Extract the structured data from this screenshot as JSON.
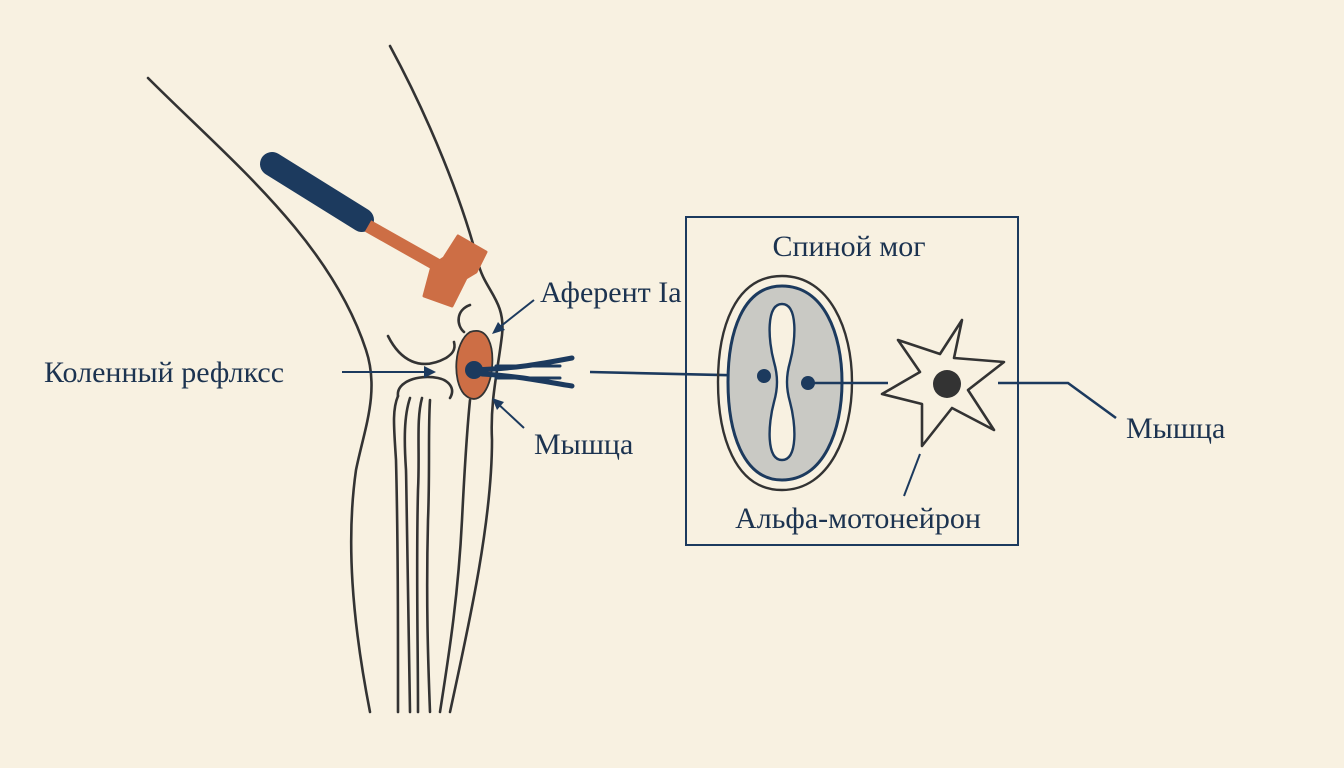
{
  "labels": {
    "knee_reflex": "Коленный рефлксс",
    "afferent": "Аферент Ia",
    "muscle_left": "Мышца",
    "spinal_cord": "Спиной мог",
    "alpha_motoneuron": "Альфа-мотонейрон",
    "muscle_right": "Мышца"
  },
  "colors": {
    "background": "#f8f1e1",
    "outline": "#333333",
    "navy": "#1c3a5e",
    "orange": "#cd6e45",
    "grey_matter": "#c9c9c4",
    "nucleus": "#333333"
  },
  "icons": {
    "hammer": "reflex-hammer-icon",
    "motoneuron": "star-neuron-icon"
  }
}
